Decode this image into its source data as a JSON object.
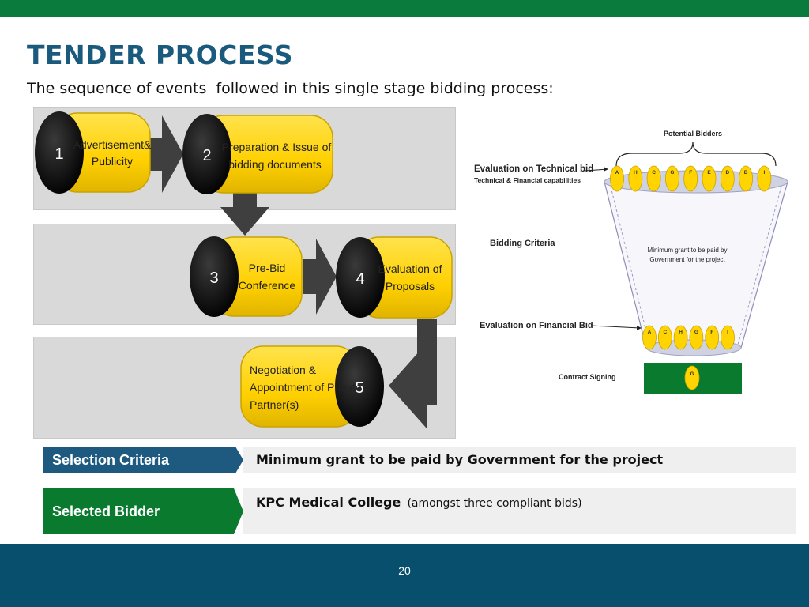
{
  "header": {
    "title": "TENDER PROCESS",
    "subtitle": "The sequence of events  followed in this single stage bidding process:"
  },
  "process": {
    "steps": [
      {
        "number": "1",
        "line1": "Advertisement&",
        "line2": "Publicity"
      },
      {
        "number": "2",
        "line1": "Preparation  &    Issue of",
        "line2": "bidding  documents"
      },
      {
        "number": "3",
        "line1": "Pre-Bid",
        "line2": "Conference"
      },
      {
        "number": "4",
        "line1": "Evaluation  of",
        "line2": "Proposals"
      },
      {
        "number": "5",
        "line1": "Negotiation &",
        "line2": "Appointment  of Private",
        "line3": "Partner(s)"
      }
    ],
    "colors": {
      "cylinder": "#ffd400",
      "cylinder_edge": "#c9a300",
      "circle": "#111111",
      "arrow": "#3f3f3f"
    }
  },
  "funnel": {
    "potential_bidders": "Potential Bidders",
    "technical_title": "Evaluation on Technical bid",
    "technical_sub": "Technical & Financial capabilities",
    "bidding_criteria": "Bidding Criteria",
    "criteria_text_1": "Minimum grant to be paid by",
    "criteria_text_2": "Government for the project",
    "financial_title": "Evaluation on Financial Bid",
    "contract_signing": "Contract Signing",
    "top_bidders": [
      "A",
      "H",
      "C",
      "G",
      "F",
      "E",
      "D",
      "B",
      "I"
    ],
    "bottom_bidders": [
      "A",
      "C",
      "H",
      "G",
      "F",
      "I"
    ],
    "winner": "G"
  },
  "selection": {
    "criteria_label": "Selection Criteria",
    "criteria_value": "Minimum grant to be paid by Government for the project",
    "bidder_label": "Selected Bidder",
    "bidder_name": "KPC Medical College",
    "bidder_note": "(amongst three compliant bids)"
  },
  "colors": {
    "brand_green": "#0a7a3d",
    "brand_blue": "#084f6e",
    "title_blue": "#1a5a7d",
    "label_blue": "#1e5a80"
  },
  "footer": {
    "page": "20"
  }
}
